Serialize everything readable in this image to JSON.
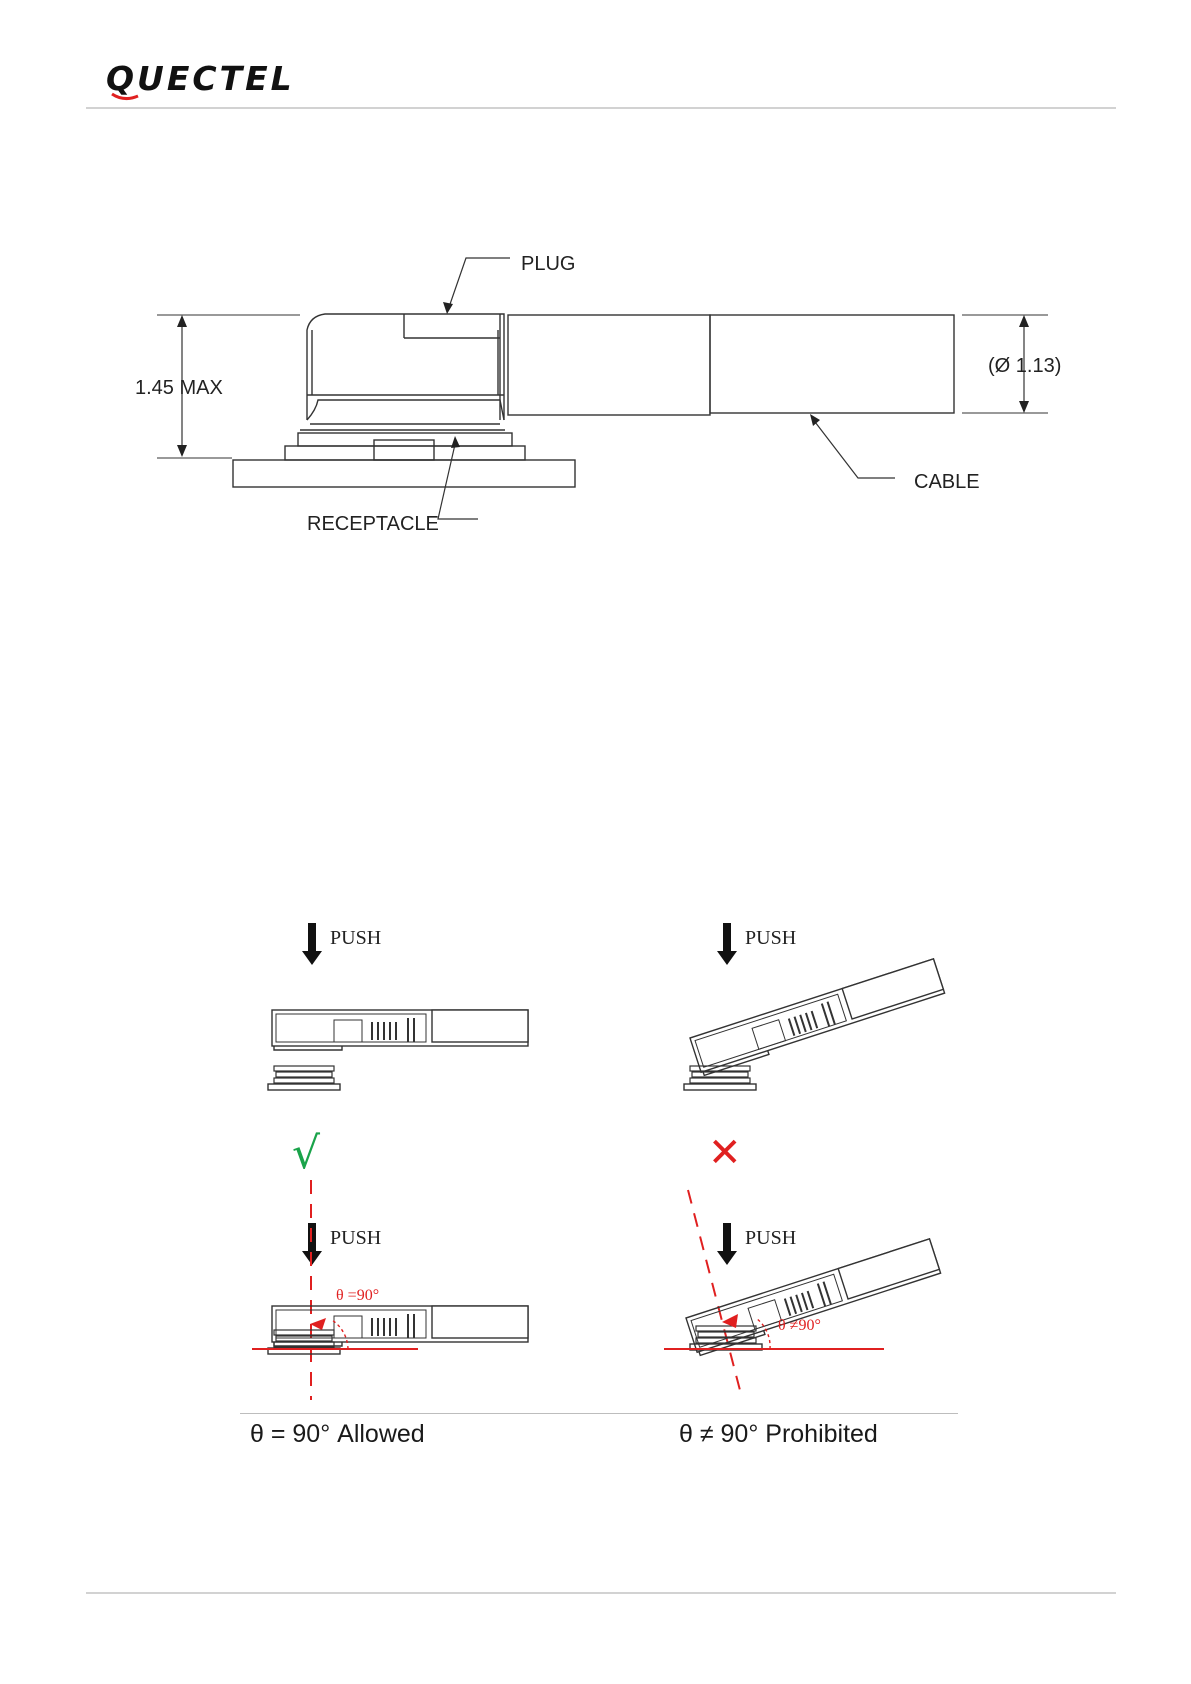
{
  "header": {
    "logo_text": "QUECTEL"
  },
  "figure_top": {
    "labels": {
      "plug": "PLUG",
      "height": "1.45 MAX",
      "diameter": "(Ø 1.13)",
      "cable": "CABLE",
      "receptacle": "RECEPTACLE"
    }
  },
  "figure_bottom": {
    "push_label": "PUSH",
    "allowed_mark": "√",
    "prohibited_mark": "✕",
    "angle_ok": "θ =90°",
    "angle_bad": "θ ≠90°",
    "caption_allowed": "θ = 90° Allowed",
    "caption_prohibited": "θ ≠ 90° Prohibited"
  },
  "colors": {
    "mark_ok": "#1aa34a",
    "mark_bad": "#e02020",
    "guide": "#e02020",
    "line": "#333333"
  }
}
